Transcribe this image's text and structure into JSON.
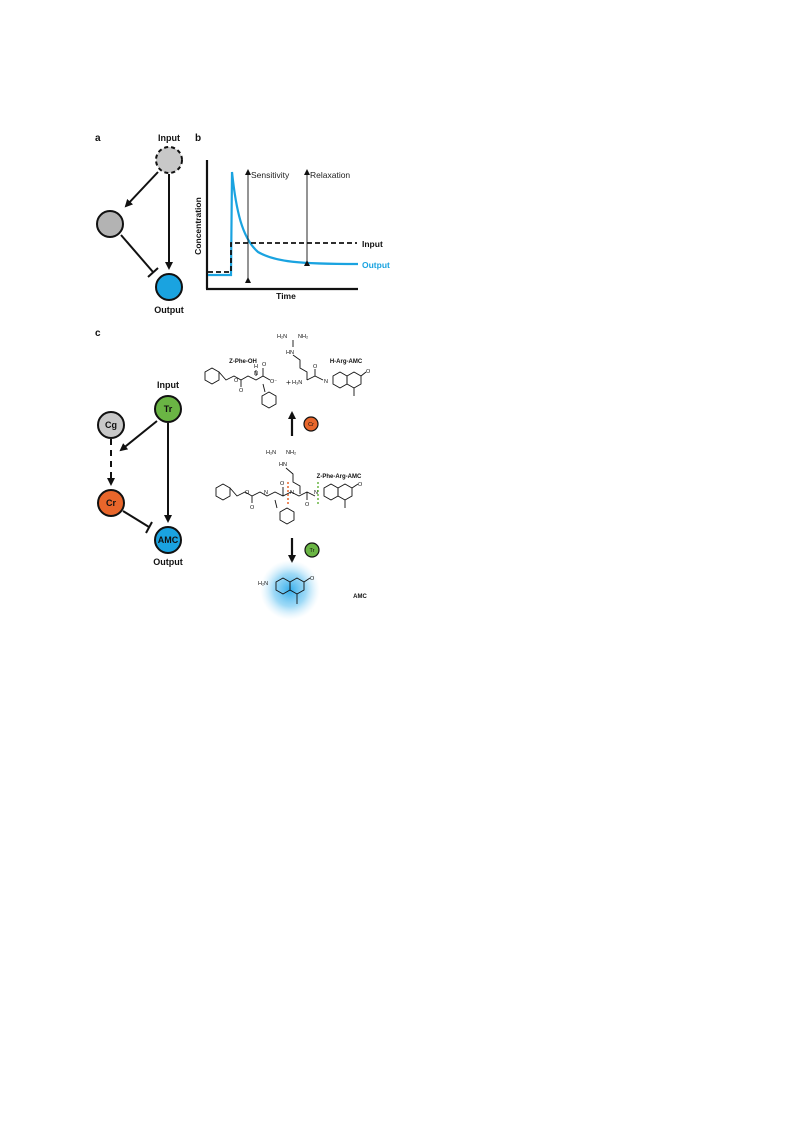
{
  "panels": {
    "a": {
      "letter": "a",
      "input_label": "Input",
      "output_label": "Output"
    },
    "b": {
      "letter": "b",
      "x_label": "Time",
      "y_label": "Concentration",
      "sensitivity_label": "Sensitivity",
      "relaxation_label": "Relaxation",
      "input_series": "Input",
      "output_series": "Output"
    },
    "c": {
      "letter": "c",
      "input_label": "Input",
      "output_label": "Output",
      "node_cg": "Cg",
      "node_tr": "Tr",
      "node_cr": "Cr",
      "node_amc": "AMC",
      "cat_cr": "Cr",
      "cat_tr": "Tr",
      "z_phe_oh": "Z-Phe-OH",
      "h_arg_amc": "H-Arg-AMC",
      "z_phe_arg_amc": "Z-Phe-Arg-AMC",
      "amc_product": "AMC",
      "plus": "+"
    }
  },
  "colors": {
    "gray": "#b3b3b3",
    "blue": "#1aa3e0",
    "green": "#6ab544",
    "orange": "#e8662b",
    "glow": "#55c0f0"
  }
}
